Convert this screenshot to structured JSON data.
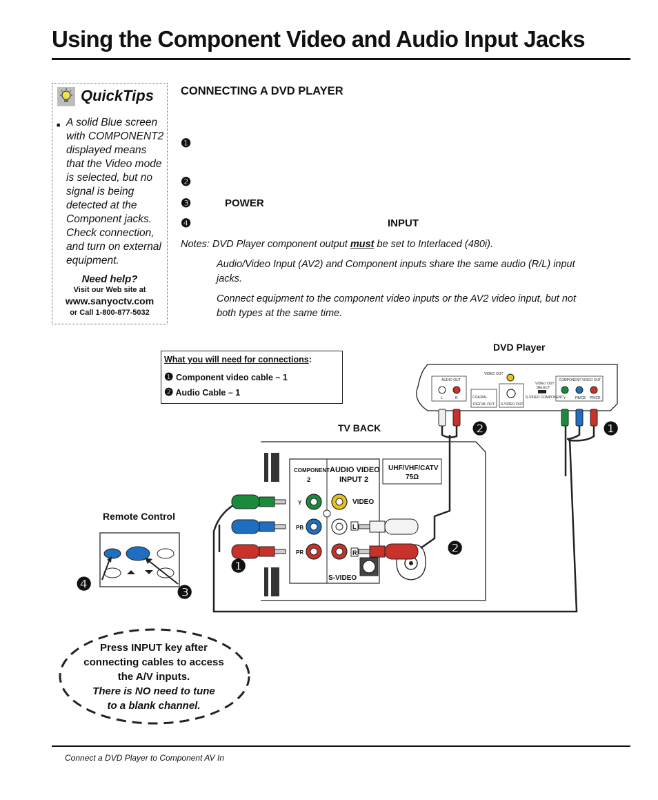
{
  "title": "Using the Component Video and Audio Input Jacks",
  "quicktips": {
    "title": "QuickTips",
    "bullet": "■",
    "tip_lines": [
      "A solid Blue screen",
      "with COMPONENT2",
      "displayed means",
      "that the Video mode",
      "is selected, but no",
      "signal is being",
      "detected at the",
      "Component jacks.",
      "Check connection,",
      "and turn on external",
      "equipment."
    ],
    "need_help": "Need help?",
    "visit": "Visit our Web site at",
    "url": "www.sanyoctv.com",
    "call": "or Call 1-800-877-5032"
  },
  "section": {
    "heading": "CONNECTING A DVD PLAYER",
    "steps": [
      {
        "num": "❶",
        "label": ""
      },
      {
        "num": "❷",
        "label": ""
      },
      {
        "num": "❸",
        "label": "POWER"
      },
      {
        "num": "❹",
        "label": "INPUT"
      }
    ],
    "notes_label": "Notes:",
    "note1_before": "DVD Player component output ",
    "note1_emph": "must",
    "note1_after": " be set to Interlaced (480i).",
    "note2_lines": [
      "Audio/Video Input (AV2) and Component inputs share the same audio (R/L) input",
      "jacks."
    ],
    "note3_lines": [
      "Connect equipment to the component video inputs or the AV2 video input, but not",
      "both types at the same time."
    ]
  },
  "diagram": {
    "needs_heading": "What you will need for connections",
    "needs_colon": ":",
    "needs": [
      {
        "num": "❶",
        "text": "Component video cable – 1"
      },
      {
        "num": "❷",
        "text": "Audio Cable – 1"
      }
    ],
    "dvd_label": "DVD Player",
    "tv_back_label": "TV BACK",
    "remote_label": "Remote Control",
    "dvd_panel": {
      "audio_out": "AUDIO OUT",
      "l": "L",
      "r": "R",
      "video_out": "VIDEO OUT",
      "coaxial": "COAXIAL",
      "digital_out": "DIGITAL OUT",
      "svideo_out": "S-VIDEO OUT",
      "video_out_select_1": "VIDEO OUT",
      "video_out_select_2": "SELECT",
      "svideo_component": "S-VIDEO COMPONENT",
      "component_video_out": "COMPONENT VIDEO OUT",
      "y": "Y",
      "pb": "PB/CB",
      "pr": "PR/CR"
    },
    "tv_panel": {
      "component": "COMPONENT",
      "component_num": "2",
      "audio_video": "AUDIO VIDEO",
      "input2": "INPUT 2",
      "uhf": "UHF/VHF/CATV",
      "ohms": "75Ω",
      "y": "Y",
      "pb": "PB",
      "pr": "PR",
      "video": "VIDEO",
      "l": "L",
      "r": "R",
      "svideo": "S-VIDEO"
    },
    "callouts": {
      "n1": "❶",
      "n2": "❷",
      "n3": "❸",
      "n4": "❹"
    },
    "callout_lines": [
      "Press INPUT key after",
      "connecting cables to access",
      "the A/V inputs."
    ],
    "callout_italic_lines": [
      "There is NO need to tune",
      "to a blank channel."
    ]
  },
  "footer": "Connect a DVD Player to Component AV In",
  "colors": {
    "green": "#1a8a3c",
    "blue": "#1f6fc0",
    "red": "#c8322a",
    "yellow": "#e9c21a"
  }
}
